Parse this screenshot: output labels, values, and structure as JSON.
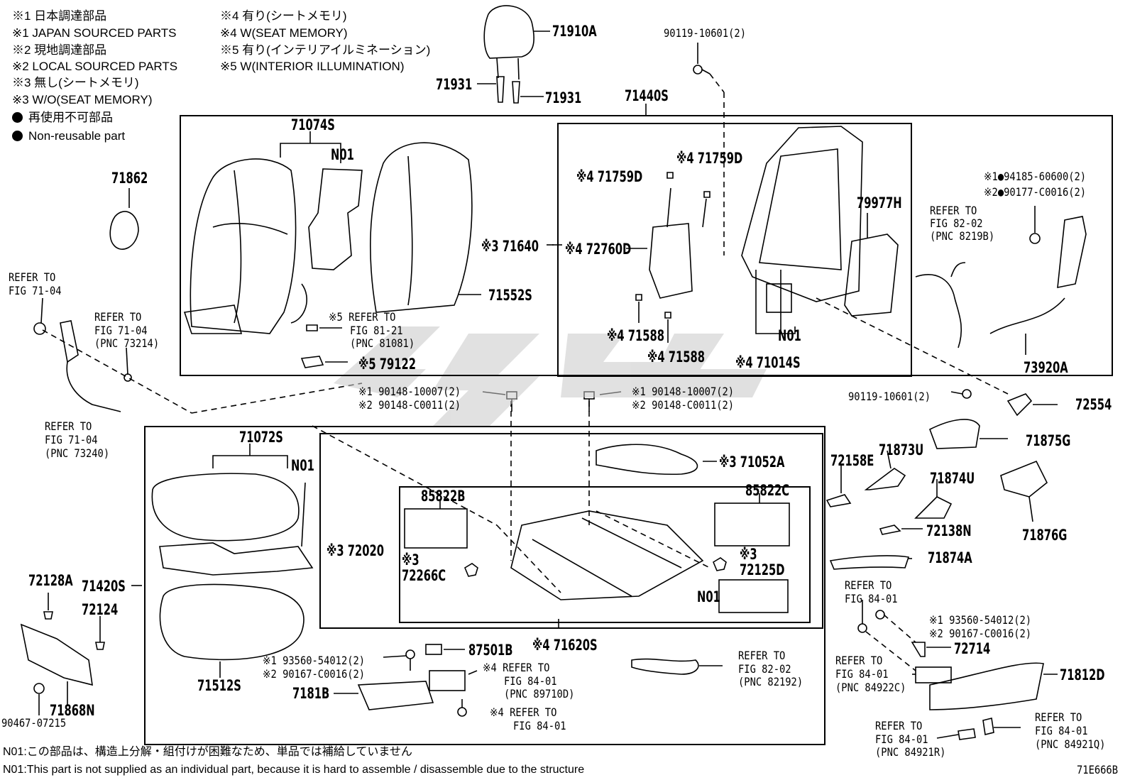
{
  "legend": [
    "※1 日本調達部品",
    "※1 JAPAN SOURCED PARTS",
    "※2 現地調達部品",
    "※2 LOCAL SOURCED PARTS",
    "※3 無し(シートメモリ)",
    "※3 W/O(SEAT MEMORY)",
    "再使用不可部品",
    "Non-reusable part"
  ],
  "legend_right": [
    "※4 有り(シートメモリ)",
    "※4 W(SEAT MEMORY)",
    "※5 有り(インテリアイルミネーション)",
    "※5 W(INTERIOR ILLUMINATION)"
  ],
  "parts": {
    "p71910A": "71910A",
    "p90119a": "90119-10601(2)",
    "p71931a": "71931",
    "p71931b": "71931",
    "p71440S": "71440S",
    "p71074S": "71074S",
    "pN01a": "N01",
    "p71862": "71862",
    "p71759Da": "※4 71759D",
    "p71759Db": "※4 71759D",
    "p71640": "※3 71640",
    "p72760D": "※4 72760D",
    "p71552S": "71552S",
    "p79977H": "79977H",
    "p94185": "※1●94185-60600(2)",
    "p90177": "※2●90177-C0016(2)",
    "pRef8202": "REFER TO",
    "pRef8202b": "FIG 82-02",
    "pRef8202c": "(PNC 8219B)",
    "pRef7104a": "REFER TO",
    "pRef7104a2": "FIG 71-04",
    "pRef7104b": "REFER TO",
    "pRef7104b2": "FIG 71-04",
    "pRef7104b3": "(PNC 73214)",
    "pRef8121": "※5 REFER TO",
    "pRef8121b": "FIG 81-21",
    "pRef8121c": "(PNC 81081)",
    "p71588a": "※4 71588",
    "p71588b": "※4 71588",
    "pN01b": "N01",
    "p71014S": "※4 71014S",
    "p73920A": "73920A",
    "p79122": "※5 79122",
    "pRef7104c": "REFER TO",
    "pRef7104c2": "FIG 71-04",
    "pRef7104c3": "(PNC 73240)",
    "p90148a1": "※1 90148-10007(2)",
    "p90148a2": "※2 90148-C0011(2)",
    "p90148b1": "※1 90148-10007(2)",
    "p90148b2": "※2 90148-C0011(2)",
    "p90119b": "90119-10601(2)",
    "p72554": "72554",
    "p71072S": "71072S",
    "pN01c": "N01",
    "p71052A": "※3 71052A",
    "p72158E": "72158E",
    "p71873U": "71873U",
    "p71875G": "71875G",
    "p85822B": "85822B",
    "p85822C": "85822C",
    "p71874U": "71874U",
    "p72138N": "72138N",
    "p71876G": "71876G",
    "p72020": "※3 72020",
    "p72266C": "※3 72266C",
    "p72125D": "※3 72125D",
    "p71874A": "71874A",
    "p72128A": "72128A",
    "p71420S": "71420S",
    "pN01d": "N01",
    "pRef8401a": "REFER TO",
    "pRef8401a2": "FIG 84-01",
    "p93560a1": "※1 93560-54012(2)",
    "p93560a2": "※2 90167-C0016(2)",
    "p72124": "72124",
    "p72714": "72714",
    "p71620S": "※4 71620S",
    "p93560b1": "※1 93560-54012(2)",
    "p93560b2": "※2 90167-C0016(2)",
    "p87501B": "87501B",
    "pRef8401b": "※4 REFER TO",
    "pRef8401b2": "FIG 84-01",
    "pRef8401b3": "(PNC 89710D)",
    "pRef8202d": "REFER TO",
    "pRef8202d2": "FIG 82-02",
    "pRef8202d3": "(PNC 82192)",
    "pRef8401c": "REFER TO",
    "pRef8401c2": "FIG 84-01",
    "pRef8401c3": "(PNC 84922C)",
    "p71812D": "71812D",
    "p71512S": "71512S",
    "p7181B": "7181B",
    "p71868N": "71868N",
    "p90467": "90467-07215",
    "pRef8401d": "※4 REFER TO",
    "pRef8401d2": "FIG 84-01",
    "pRef8401e": "REFER TO",
    "pRef8401e2": "FIG 84-01",
    "pRef8401e3": "(PNC 84921R)",
    "pRef8401f": "REFER TO",
    "pRef8401f2": "FIG 84-01",
    "pRef8401f3": "(PNC 84921Q)"
  },
  "footnotes": [
    "N01:この部品は、構造上分解・組付けが困難なため、単品では補給していません",
    "N01:This part is not supplied as an individual part, because it is hard to assemble / disassemble due to the structure"
  ],
  "figure_id": "71E666B"
}
